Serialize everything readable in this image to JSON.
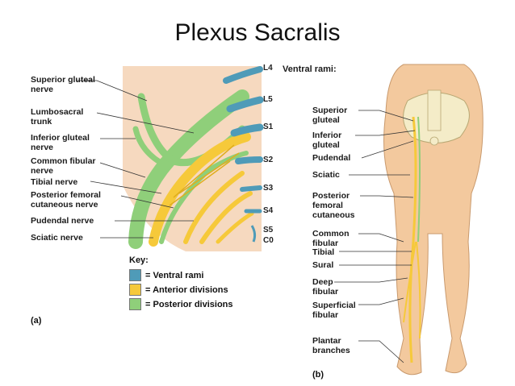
{
  "title": "Plexus Sacralis",
  "colors": {
    "ventral_rami": "#4f9bb8",
    "anterior_divisions": "#f6c93a",
    "posterior_divisions": "#8fcf7a",
    "panel_bg": "#f6d9bf",
    "skin": "#f3c99e"
  },
  "left_labels": {
    "superior_gluteal": "Superior gluteal nerve",
    "lumbosacral": "Lumbosacral trunk",
    "inferior_gluteal": "Inferior gluteal nerve",
    "common_fibular": "Common fibular nerve",
    "tibial": "Tibial nerve",
    "posterior_femoral": "Posterior femoral cutaneous nerve",
    "pudendal": "Pudendal nerve",
    "sciatic": "Sciatic nerve"
  },
  "segments": [
    "L4",
    "L5",
    "S1",
    "S2",
    "S3",
    "S4",
    "S5",
    "C0"
  ],
  "key": {
    "title": "Key:",
    "items": [
      {
        "label": "= Ventral rami",
        "color": "#4f9bb8"
      },
      {
        "label": "= Anterior divisions",
        "color": "#f6c93a"
      },
      {
        "label": "= Posterior divisions",
        "color": "#8fcf7a"
      }
    ]
  },
  "panel_a": "(a)",
  "panel_b": "(b)",
  "ventral_rami_heading": "Ventral rami:",
  "right_labels": {
    "superior_gluteal": "Superior gluteal",
    "inferior_gluteal": "Inferior gluteal",
    "pudendal": "Pudendal",
    "sciatic": "Sciatic",
    "posterior_femoral": "Posterior femoral cutaneous",
    "common_fibular": "Common fibular",
    "tibial": "Tibial",
    "sural": "Sural",
    "deep_fibular": "Deep fibular",
    "superficial_fibular": "Superficial fibular",
    "plantar": "Plantar branches"
  }
}
